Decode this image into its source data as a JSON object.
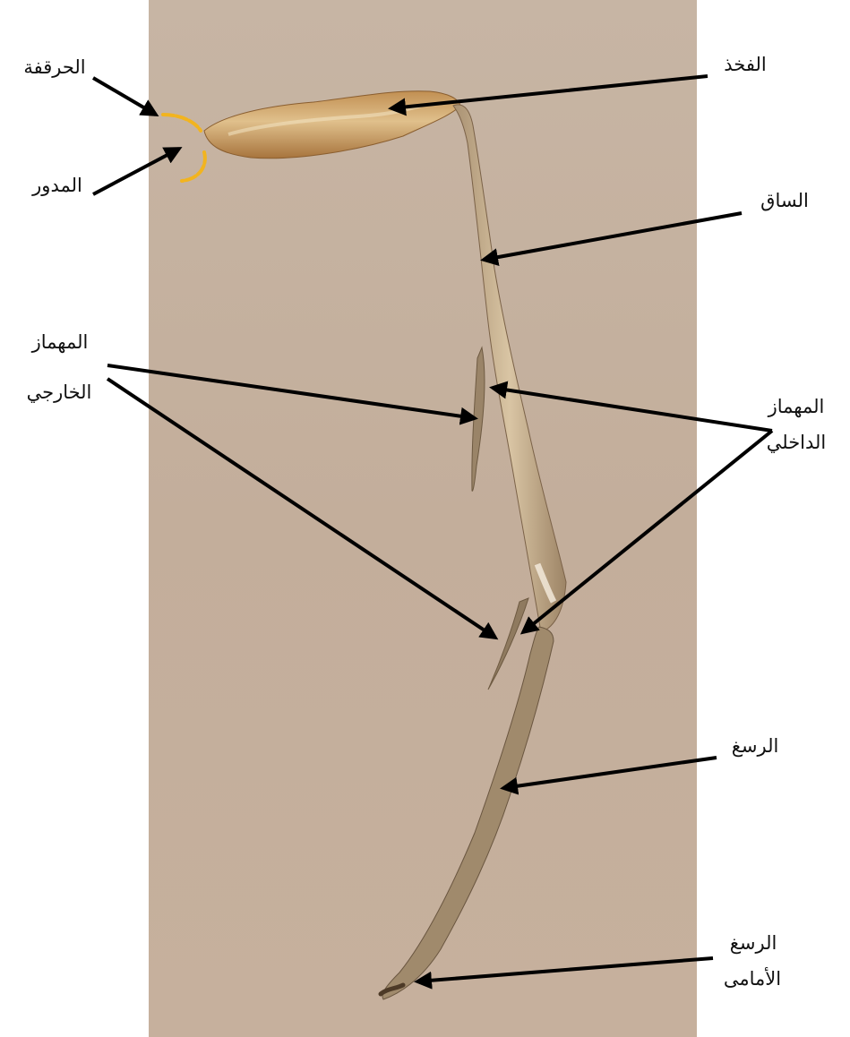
{
  "labels": {
    "coxa": "الحرقفة",
    "trochanter": "المدور",
    "femur": "الفخذ",
    "tibia": "الساق",
    "outer_spur_line1": "المهماز",
    "outer_spur_line2": "الخارجي",
    "inner_spur_line1": "المهماز",
    "inner_spur_line2": "الداخلي",
    "tarsus": "الرسغ",
    "fore_tarsus_line1": "الرسغ",
    "fore_tarsus_line2": "الأمامى"
  },
  "colors": {
    "photo_bg": "#c2ab98",
    "leg": "#c9ab84",
    "highlight": "#f2b41f",
    "arrow": "#000000"
  }
}
